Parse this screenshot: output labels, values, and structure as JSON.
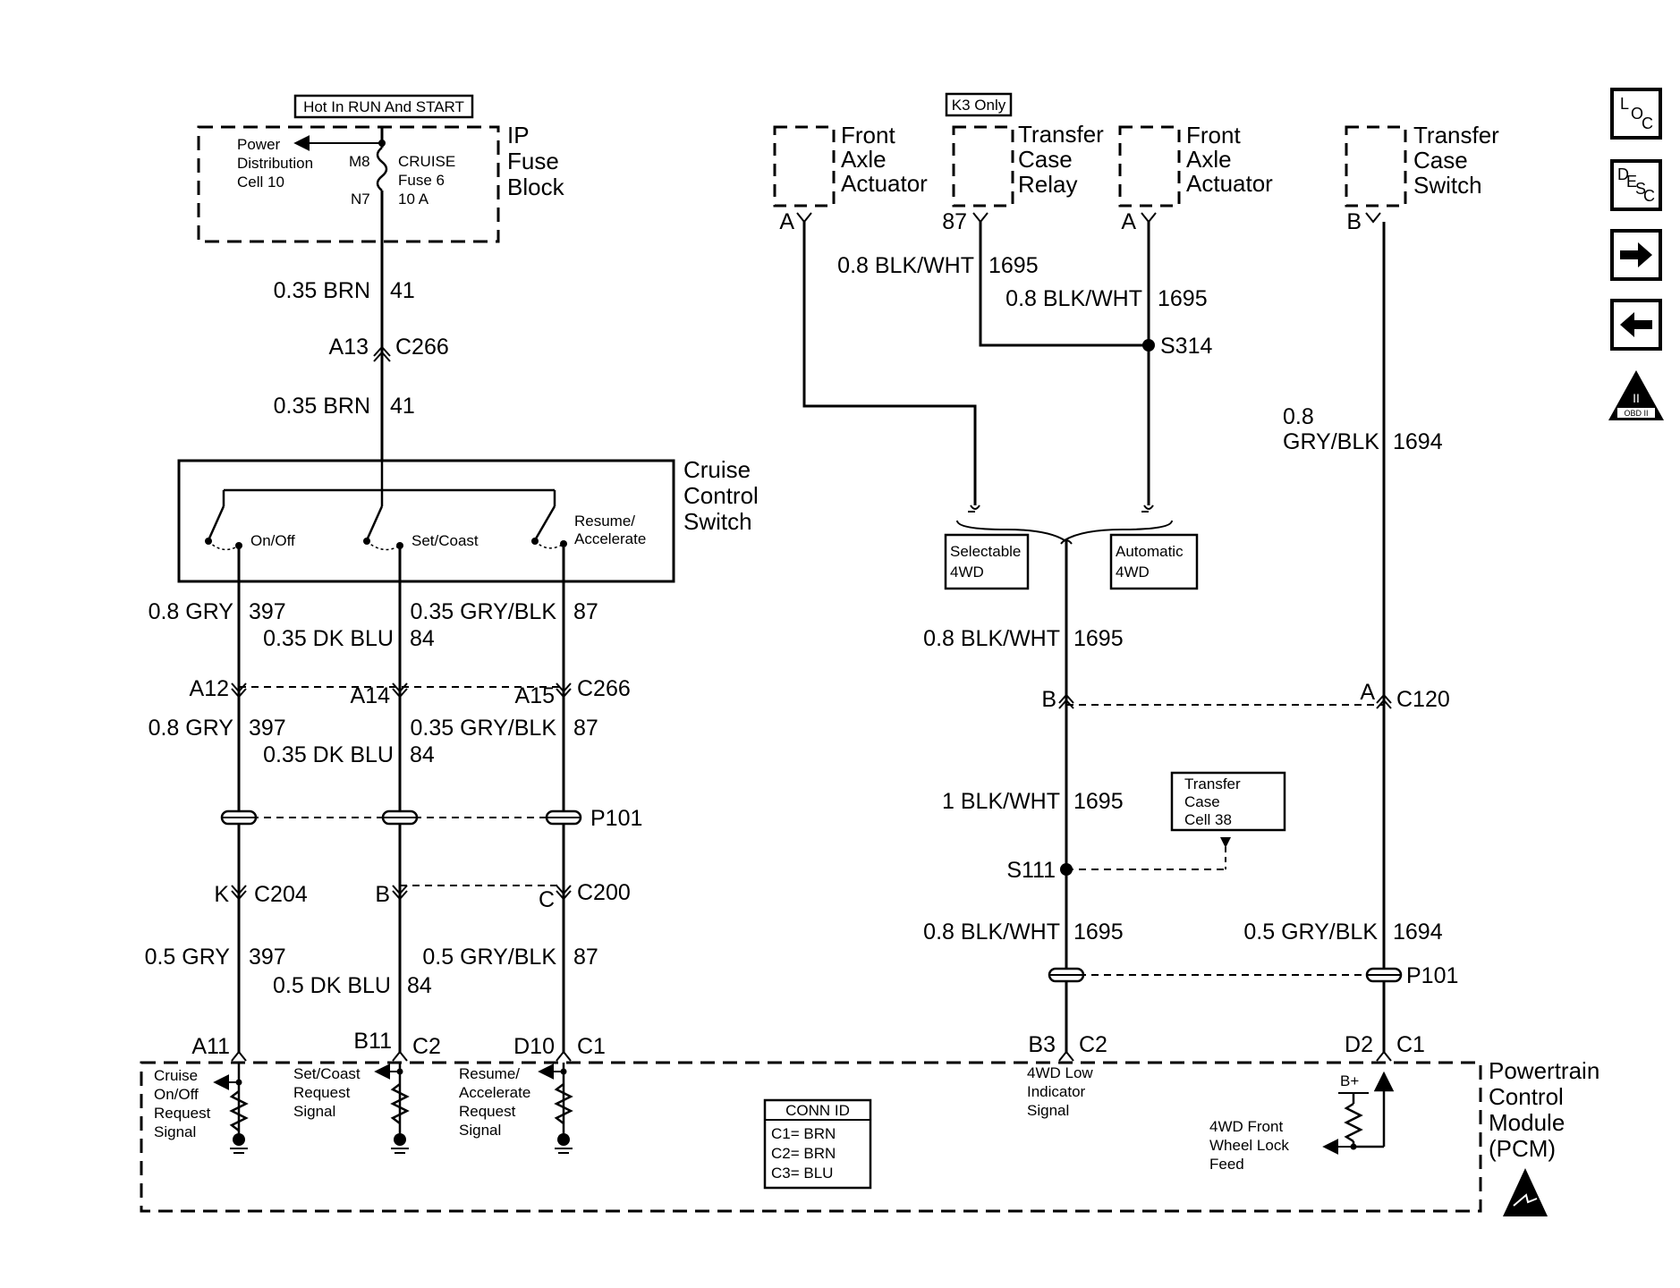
{
  "header": {
    "hot_label": "Hot In RUN And START",
    "k3_label": "K3 Only"
  },
  "fuse_block": {
    "title": [
      "IP",
      "Fuse",
      "Block"
    ],
    "pdc": [
      "Power",
      "Distribution",
      "Cell 10"
    ],
    "fuse": [
      "CRUISE",
      "Fuse 6",
      "10 A"
    ],
    "m8": "M8",
    "n7": "N7"
  },
  "components": {
    "fa1": [
      "Front",
      "Axle",
      "Actuator"
    ],
    "tcr": [
      "Transfer",
      "Case",
      "Relay"
    ],
    "fa2": [
      "Front",
      "Axle",
      "Actuator"
    ],
    "tcs": [
      "Transfer",
      "Case",
      "Switch"
    ],
    "ccs": [
      "Cruise",
      "Control",
      "Switch"
    ],
    "pcm": [
      "Powertrain",
      "Control",
      "Module",
      "(PCM)"
    ]
  },
  "switch": {
    "onoff": "On/Off",
    "setcoast": "Set/Coast",
    "resume": [
      "Resume/",
      "Accelerate"
    ]
  },
  "pins": {
    "fa1": "A",
    "tcr": "87",
    "fa2": "A",
    "tcs": "B"
  },
  "wires": {
    "brn1": "0.35 BRN",
    "brn1_num": "41",
    "brn2": "0.35 BRN",
    "brn2_num": "41",
    "bw1": "0.8 BLK/WHT",
    "bw1_num": "1695",
    "bw2": "0.8 BLK/WHT",
    "bw2_num": "1695",
    "gb1": [
      "0.8",
      "GRY/BLK"
    ],
    "gb1_num": "1694",
    "g1": "0.8 GRY",
    "g1_num": "397",
    "db1": "0.35 DK BLU",
    "db1_num": "84",
    "gbk1": "0.35 GRY/BLK",
    "gbk1_num": "87",
    "bw3": "0.8 BLK/WHT",
    "bw3_num": "1695",
    "g2": "0.8 GRY",
    "g2_num": "397",
    "db2": "0.35 DK BLU",
    "db2_num": "84",
    "gbk2": "0.35 GRY/BLK",
    "gbk2_num": "87",
    "bw4": "1 BLK/WHT",
    "bw4_num": "1695",
    "g3": "0.5 GRY",
    "g3_num": "397",
    "db3": "0.5 DK BLU",
    "db3_num": "84",
    "gbk3": "0.5 GRY/BLK",
    "gbk3_num": "87",
    "bw5": "0.8 BLK/WHT",
    "bw5_num": "1695",
    "gb2": "0.5 GRY/BLK",
    "gb2_num": "1694"
  },
  "connectors": {
    "a13": "A13",
    "c266a": "C266",
    "a12": "A12",
    "a14": "A14",
    "a15": "A15",
    "c266b": "C266",
    "b_c120": "B",
    "a_c120": "A",
    "c120": "C120",
    "p101a": "P101",
    "p101b": "P101",
    "k": "K",
    "c204": "C204",
    "b_c200": "B",
    "c_c200": "C",
    "c200": "C200",
    "a11": "A11",
    "b11": "B11",
    "c2a": "C2",
    "d10": "D10",
    "c1a": "C1",
    "b3": "B3",
    "c2b": "C2",
    "d2": "D2",
    "c1b": "C1"
  },
  "splices": {
    "s314": "S314",
    "s111": "S111"
  },
  "selectable": [
    "Selectable",
    "4WD"
  ],
  "automatic": [
    "Automatic",
    "4WD"
  ],
  "tc_cell": [
    "Transfer",
    "Case",
    "Cell 38"
  ],
  "signals": {
    "cruise": [
      "Cruise",
      "On/Off",
      "Request",
      "Signal"
    ],
    "setcoast": [
      "Set/Coast",
      "Request",
      "Signal"
    ],
    "resume": [
      "Resume/",
      "Accelerate",
      "Request",
      "Signal"
    ],
    "low4wd": [
      "4WD Low",
      "Indicator",
      "Signal"
    ],
    "front4wd": [
      "4WD Front",
      "Wheel Lock",
      "Feed"
    ],
    "bplus": "B+"
  },
  "conn_id": {
    "title": "CONN ID",
    "rows": [
      "C1= BRN",
      "C2= BRN",
      "C3= BLU"
    ]
  },
  "nav": {
    "loc": [
      "L",
      "O",
      "C"
    ],
    "desc": [
      "D",
      "E",
      "S",
      "C"
    ],
    "obd": [
      "II",
      "OBD II"
    ]
  }
}
